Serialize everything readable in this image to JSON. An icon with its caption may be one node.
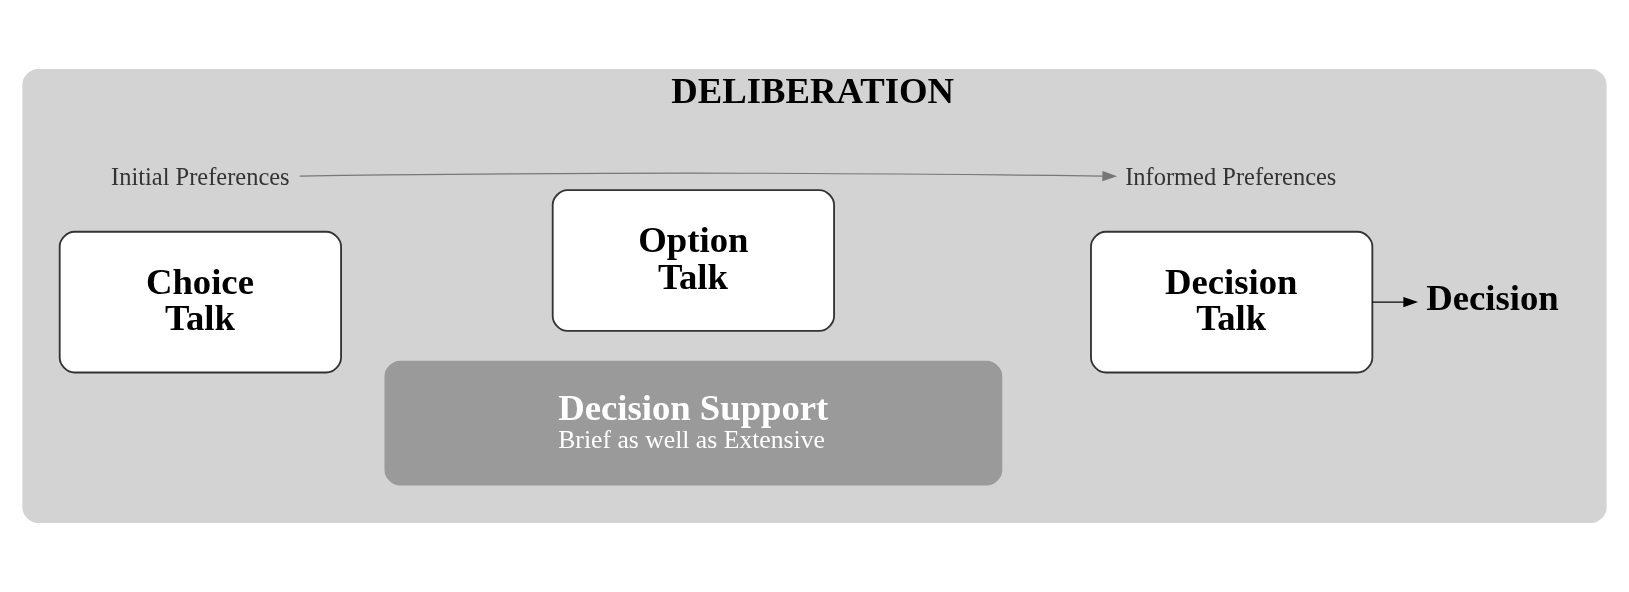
{
  "diagram": {
    "nodes": [
      {
        "text": [
          "DELIBERATION"
        ]
      },
      {
        "text": [
          "Initial Preferences"
        ],
        "in": 0
      },
      {
        "text": [
          "Informed Preferences"
        ],
        "in": 0
      },
      {
        "text": [
          "Choice Talk"
        ],
        "in": 0
      },
      {
        "text": [
          "Option Talk"
        ],
        "in": 0
      },
      {
        "text": [
          "Decision Talk"
        ],
        "in": 0
      },
      {
        "text": [
          "Decision"
        ],
        "in": 0
      },
      {
        "text": [
          "Decision Support",
          "Brief as well as Extensive"
        ],
        "in": 0
      }
    ],
    "edges": [
      {
        "from": 1,
        "to": 2,
        "arrow": "to",
        "color": "#777777"
      },
      {
        "from": 5,
        "to": 6,
        "arrow": "to",
        "color": "#000000"
      }
    ]
  }
}
